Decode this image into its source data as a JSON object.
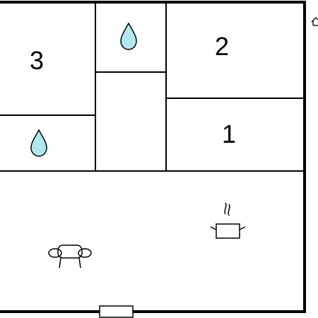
{
  "colors": {
    "wall": "#000000",
    "water": "#aee9ef",
    "background": "#ffffff"
  },
  "rooms": [
    {
      "id": "bedroom-3",
      "label": "3"
    },
    {
      "id": "bedroom-2",
      "label": "2"
    },
    {
      "id": "bedroom-1",
      "label": "1"
    }
  ],
  "icons": [
    {
      "name": "bathroom-water-drop-icon"
    },
    {
      "name": "shower-water-drop-icon"
    },
    {
      "name": "sofa-icon"
    },
    {
      "name": "cooking-pot-icon"
    },
    {
      "name": "house-icon"
    }
  ]
}
